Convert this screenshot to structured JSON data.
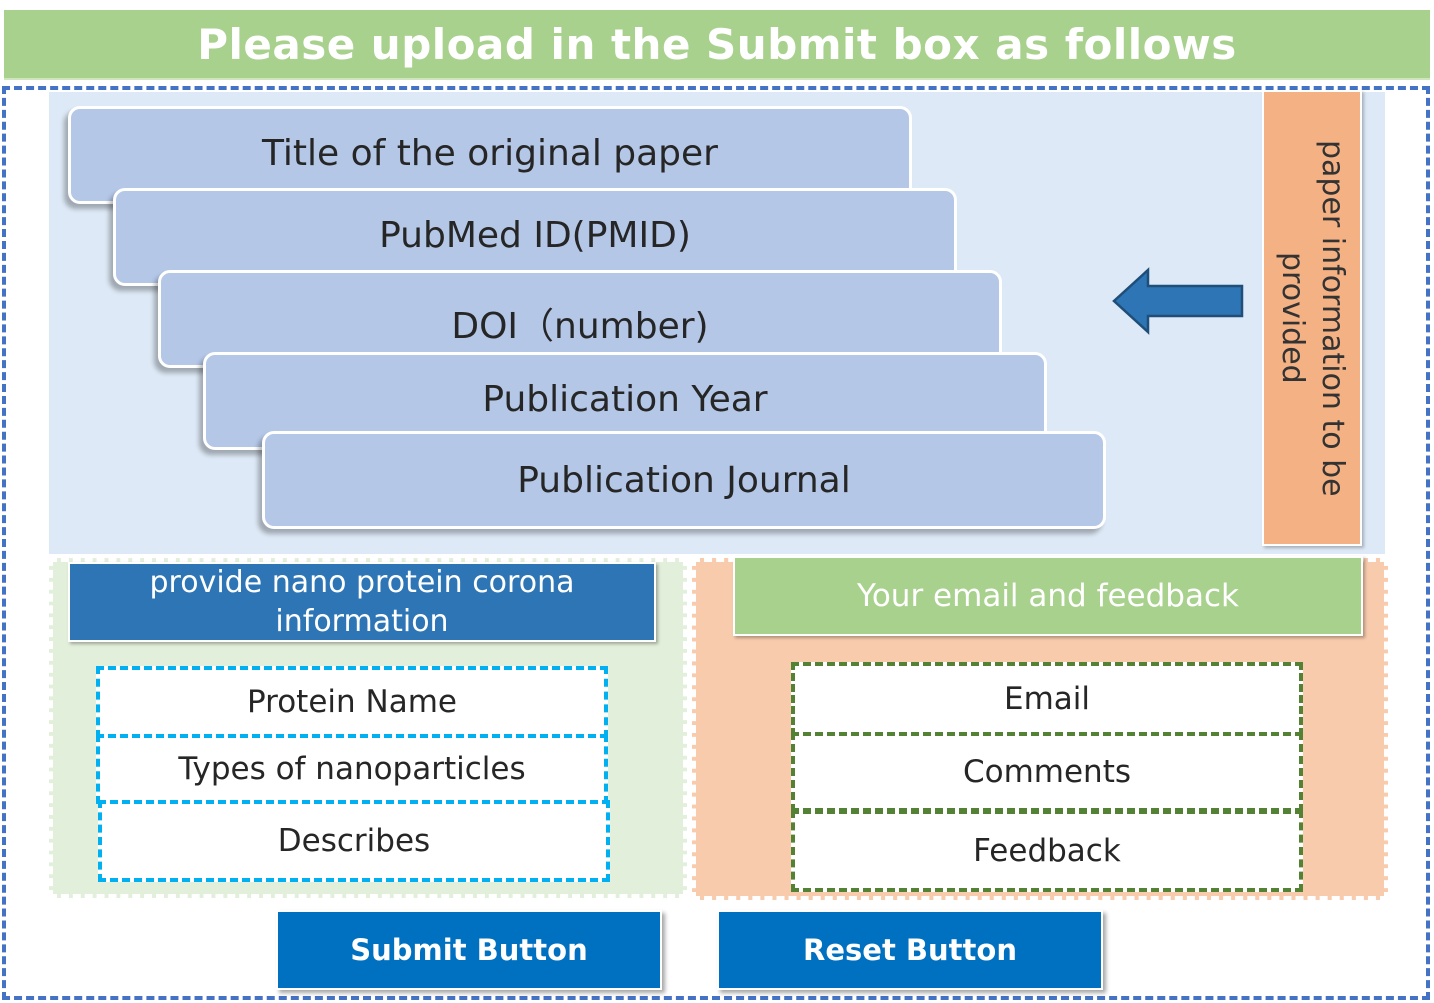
{
  "header": {
    "title": "Please upload in the Submit box as follows"
  },
  "paper_info": {
    "label": "paper information to be provided",
    "fields": [
      "Title of the original paper",
      "PubMed ID(PMID)",
      "DOI（number)",
      "Publication Year",
      "Publication Journal"
    ]
  },
  "nano_section": {
    "title": "provide nano protein corona information",
    "fields": [
      "Protein Name",
      "Types of nanoparticles",
      "Describes"
    ]
  },
  "feedback_section": {
    "title": "Your email and feedback",
    "fields": [
      "Email",
      "Comments",
      "Feedback"
    ]
  },
  "buttons": {
    "submit": "Submit Button",
    "reset": "Reset Button"
  },
  "colors": {
    "header_green": "#a9d18e",
    "frame_blue": "#4472c4",
    "paper_panel": "#dde9f6",
    "step_blue": "#b4c7e7",
    "label_orange": "#f4b183",
    "arrow_blue": "#2e75b6",
    "nano_title_blue": "#2e75b6",
    "nano_dash_cyan": "#00b0f0",
    "feedback_panel": "#f8cbad",
    "feedback_dash_green": "#548235",
    "button_blue": "#0070c0"
  }
}
